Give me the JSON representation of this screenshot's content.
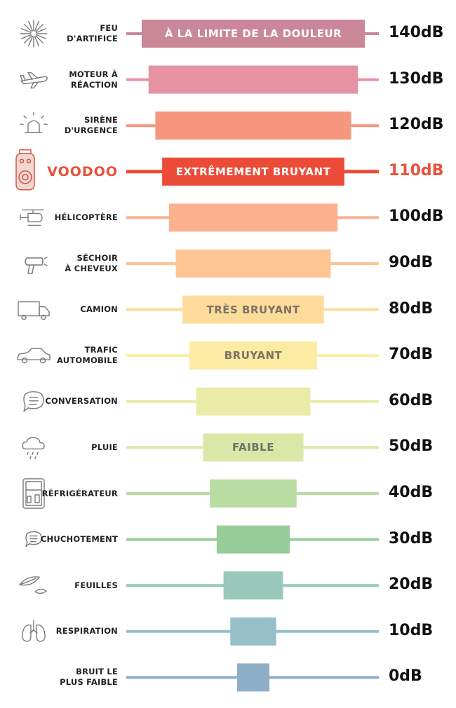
{
  "chart_data": {
    "type": "bar",
    "orientation": "horizontal-centered",
    "unit": "dB",
    "rows": [
      {
        "label": [
          "FEU",
          "D'ARTIFICE"
        ],
        "icon": "fireworks-icon",
        "value": 140,
        "value_label": "140dB",
        "band": "À LA LIMITE DE LA DOULEUR",
        "color": "#c98797",
        "band_text_color": "#ffffff"
      },
      {
        "label": [
          "MOTEUR À",
          "RÉACTION"
        ],
        "icon": "airplane-icon",
        "value": 130,
        "value_label": "130dB",
        "band": "",
        "color": "#e792a3"
      },
      {
        "label": [
          "SIRÈNE",
          "D'URGENCE"
        ],
        "icon": "siren-icon",
        "value": 120,
        "value_label": "120dB",
        "band": "",
        "color": "#f4977e"
      },
      {
        "label": [
          "VOODOO"
        ],
        "icon": "speaker-icon",
        "value": 110,
        "value_label": "110dB",
        "band": "EXTRÊMEMENT BRUYANT",
        "color": "#ec4c37",
        "band_text_color": "#ffffff",
        "highlight": true
      },
      {
        "label": [
          "HÉLICOPTÈRE"
        ],
        "icon": "helicopter-icon",
        "value": 100,
        "value_label": "100dB",
        "band": "",
        "color": "#fbb08e"
      },
      {
        "label": [
          "SÉCHOIR",
          "À CHEVEUX"
        ],
        "icon": "hair-dryer-icon",
        "value": 90,
        "value_label": "90dB",
        "band": "",
        "color": "#fcc593"
      },
      {
        "label": [
          "CAMION"
        ],
        "icon": "truck-icon",
        "value": 80,
        "value_label": "80dB",
        "band": "TRÈS BRUYANT",
        "color": "#fddc9b",
        "band_text_color": "#7c7163"
      },
      {
        "label": [
          "TRAFIC",
          "AUTOMOBILE"
        ],
        "icon": "car-icon",
        "value": 70,
        "value_label": "70dB",
        "band": "BRUYANT",
        "color": "#fdeba3",
        "band_text_color": "#7c7163"
      },
      {
        "label": [
          "CONVERSATION"
        ],
        "icon": "chat-bubble-icon",
        "value": 60,
        "value_label": "60dB",
        "band": "",
        "color": "#e9eba6"
      },
      {
        "label": [
          "PLUIE"
        ],
        "icon": "rain-cloud-icon",
        "value": 50,
        "value_label": "50dB",
        "band": "FAIBLE",
        "color": "#dbe7a6",
        "band_text_color": "#6f7266"
      },
      {
        "label": [
          "RÉFRIGÉRATEUR"
        ],
        "icon": "fridge-icon",
        "value": 40,
        "value_label": "40dB",
        "band": "",
        "color": "#b9dca3"
      },
      {
        "label": [
          "CHUCHOTEMENT"
        ],
        "icon": "whisper-bubble-icon",
        "value": 30,
        "value_label": "30dB",
        "band": "",
        "color": "#99cc9b"
      },
      {
        "label": [
          "FEUILLES"
        ],
        "icon": "leaves-icon",
        "value": 20,
        "value_label": "20dB",
        "band": "",
        "color": "#98c9ba"
      },
      {
        "label": [
          "RESPIRATION"
        ],
        "icon": "lungs-icon",
        "value": 10,
        "value_label": "10dB",
        "band": "",
        "color": "#96bfca"
      },
      {
        "label": [
          "BRUIT LE",
          "PLUS FAIBLE"
        ],
        "icon": "silence-icon",
        "value": 0,
        "value_label": "0dB",
        "band": "",
        "color": "#8eaec7"
      }
    ]
  }
}
